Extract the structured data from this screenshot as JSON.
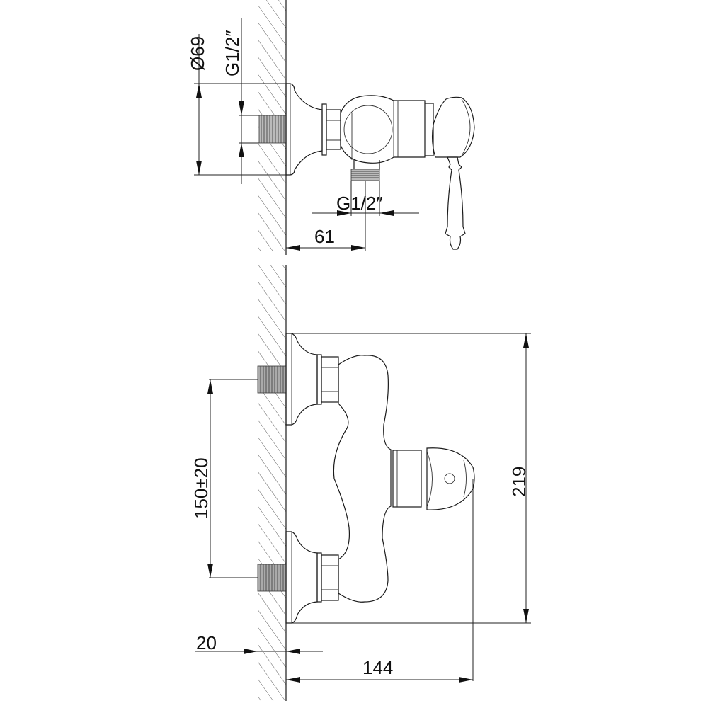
{
  "drawing": {
    "type": "technical dimension drawing",
    "subject": "wall-mounted shower mixer",
    "views": [
      "side-view",
      "front-view"
    ],
    "colors": {
      "line": "#1a1a1a",
      "background": "#ffffff"
    }
  },
  "side_view": {
    "dimensions": {
      "flange_diameter": "Ø69",
      "inlet_thread": "G1/2″",
      "outlet_thread": "G1/2″",
      "outlet_offset": "61"
    }
  },
  "front_view": {
    "dimensions": {
      "inlet_spacing": "150±20",
      "overall_height": "219",
      "wall_depth": "20",
      "overall_projection": "144"
    }
  }
}
